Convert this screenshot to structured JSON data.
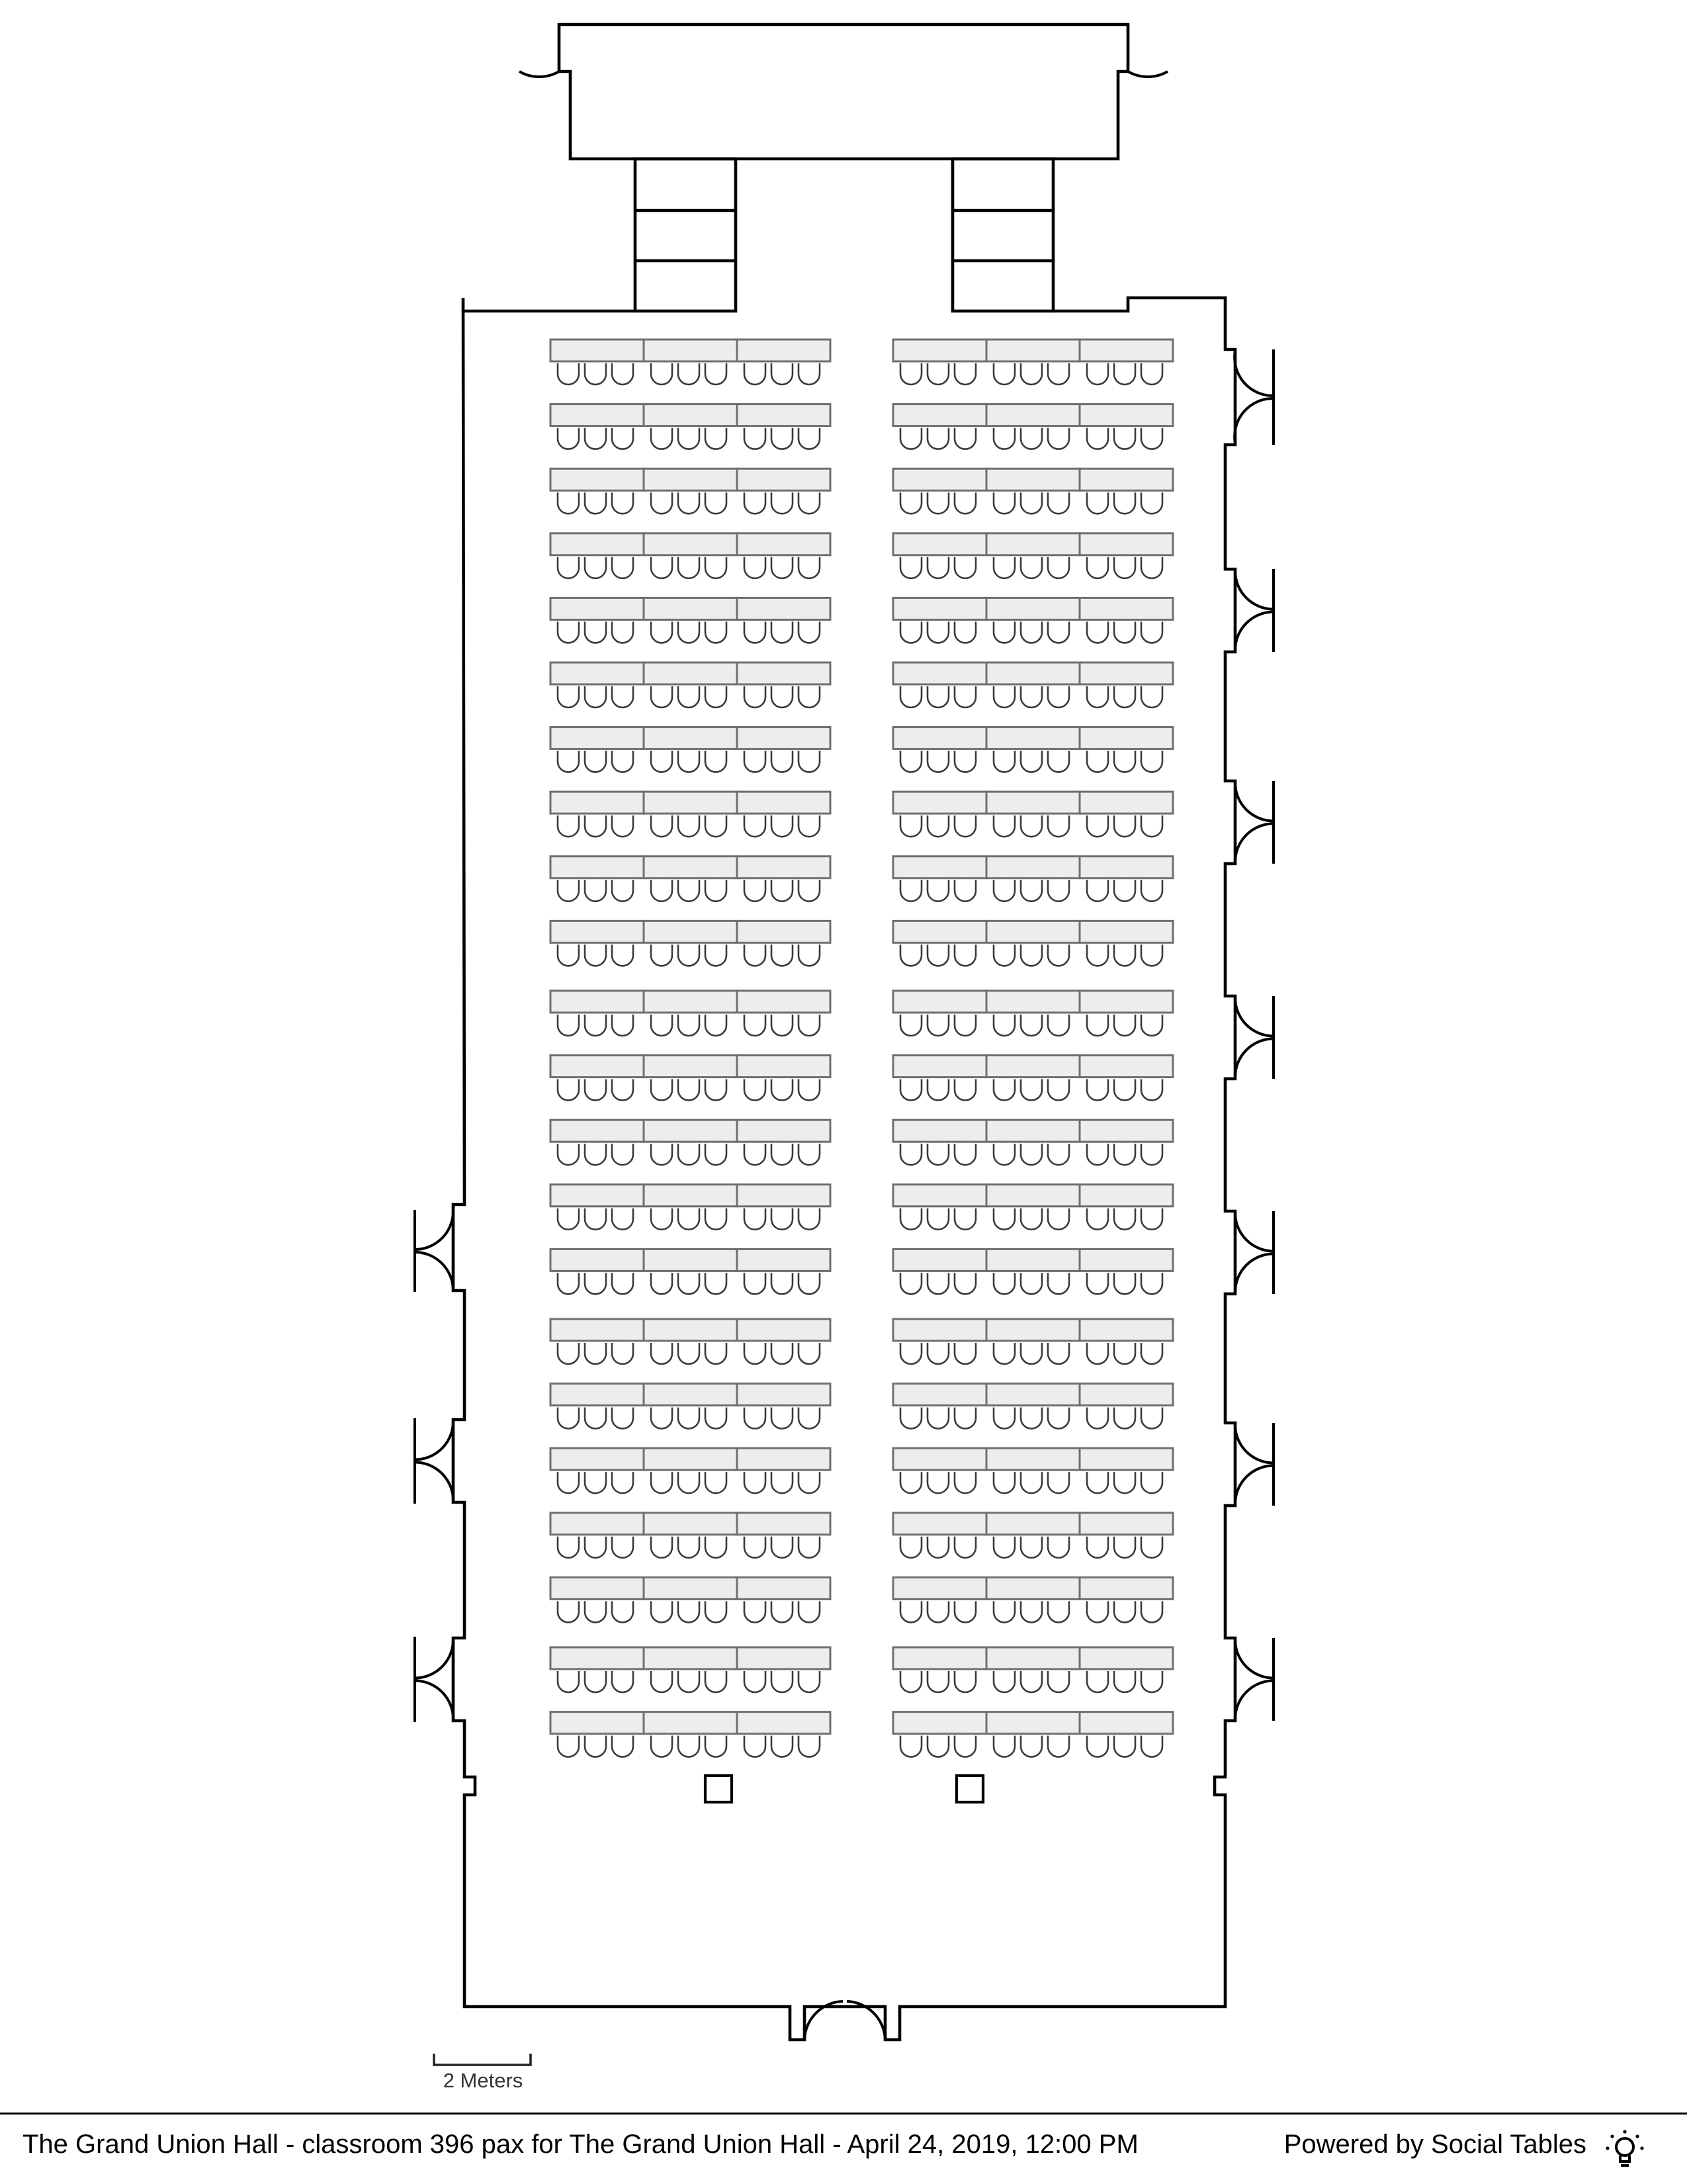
{
  "venue": {
    "caption": "The Grand Union Hall - classroom 396 pax for The Grand Union Hall - April 24, 2019, 12:00 PM",
    "brand": "Powered by Social Tables",
    "brand_icon": "lightbulb-icon"
  },
  "scale_bar": {
    "label": "2 Meters"
  },
  "layout": {
    "rows": 22,
    "table_blocks_per_row": 2,
    "tables_per_block": 3,
    "chairs_per_table": 3,
    "pillars": 2
  }
}
